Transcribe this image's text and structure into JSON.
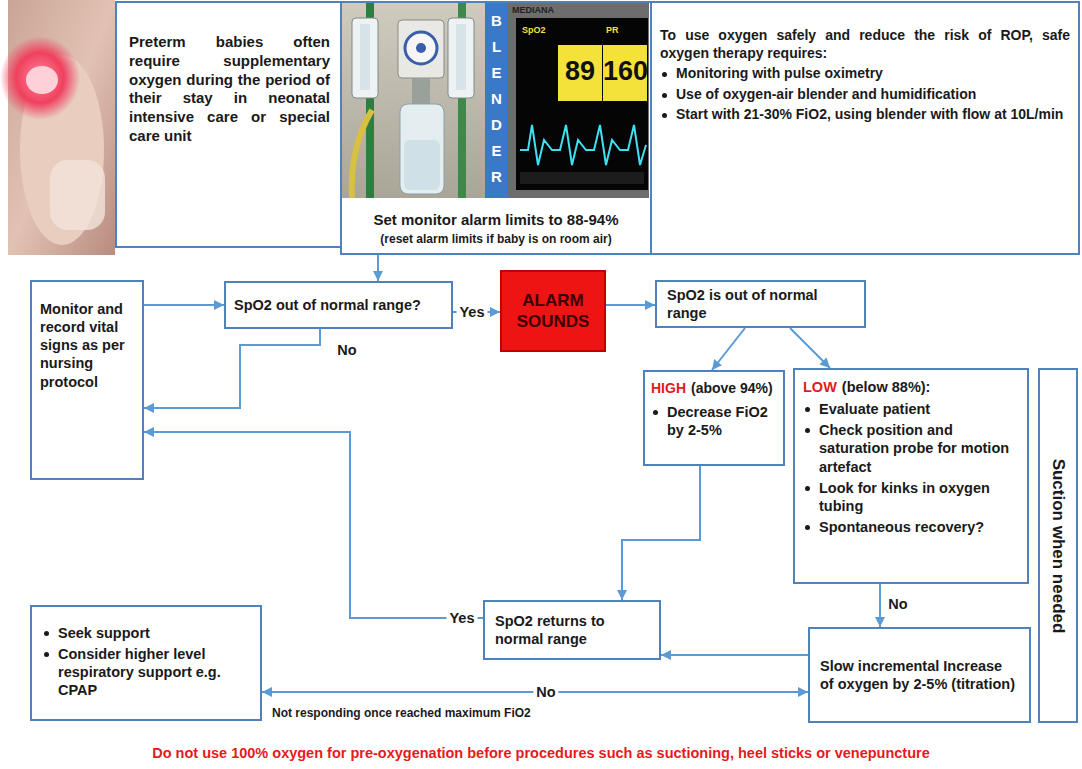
{
  "diagram": {
    "nodes": [
      {
        "text": [
          "Preterm babies often require supplementary oxygen during the period of their stay in neonatal intensive care or special care unit"
        ]
      },
      {
        "text": [
          "Set monitor alarm limits to 88-94%",
          "(reset alarm limits if baby is on room air)"
        ]
      },
      {
        "text": [
          "To use oxygen safely and reduce the risk of ROP, safe oxygen therapy requires:",
          "Monitoring with pulse oximetry",
          "Use of oxygen-air blender and humidification",
          "Start with 21-30% FiO2, using blender with flow at 10L/min"
        ]
      },
      {
        "text": [
          "Monitor and record vital signs as per nursing protocol"
        ]
      },
      {
        "text": [
          "SpO2 out of normal range?"
        ]
      },
      {
        "text": [
          "ALARM SOUNDS"
        ]
      },
      {
        "text": [
          "SpO2 is out of normal range"
        ]
      },
      {
        "text": [
          "HIGH",
          "(above 94%)",
          "Decrease FiO2 by 2-5%"
        ]
      },
      {
        "text": [
          "LOW",
          "(below 88%):",
          "Evaluate patient",
          "Check position and saturation probe for motion artefact",
          "Look for kinks in oxygen tubing",
          "Spontaneous recovery?"
        ]
      },
      {
        "text": [
          "Suction when needed"
        ]
      },
      {
        "text": [
          "SpO2 returns to normal range"
        ]
      },
      {
        "text": [
          "Slow incremental Increase of oxygen by 2-5% (titration)"
        ]
      },
      {
        "text": [
          "Seek support",
          "Consider higher level respiratory support e.g. CPAP"
        ]
      }
    ],
    "edges": [
      {
        "from": 1,
        "to": 4,
        "arrow": "to"
      },
      {
        "from": 3,
        "to": 4,
        "arrow": "to"
      },
      {
        "from": 4,
        "to": 5,
        "label": "Yes",
        "arrow": "to"
      },
      {
        "from": 5,
        "to": 6,
        "arrow": "to"
      },
      {
        "from": 6,
        "to": 7,
        "arrow": "to"
      },
      {
        "from": 6,
        "to": 8,
        "arrow": "to"
      },
      {
        "from": 4,
        "to": 3,
        "label": "No",
        "arrow": "to"
      },
      {
        "from": 7,
        "to": 10,
        "arrow": "to"
      },
      {
        "from": 8,
        "to": 11,
        "label": "No",
        "arrow": "to"
      },
      {
        "from": 11,
        "to": 10,
        "arrow": "to"
      },
      {
        "from": 10,
        "to": 3,
        "label": "Yes",
        "arrow": "to"
      },
      {
        "from": 11,
        "to": 12,
        "label": "No",
        "arrow": "both"
      }
    ],
    "labels": [
      "BLENDER",
      "MEDIANA",
      "SpO2",
      "PR",
      "89",
      "160",
      "Not responding once reached maximum FiO2",
      "Do not use 100% oxygen for pre-oxygenation before procedures such as suctioning, heel sticks or venepuncture"
    ]
  }
}
